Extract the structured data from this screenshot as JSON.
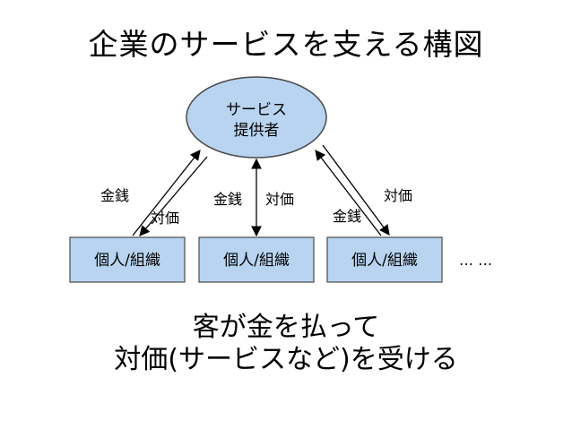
{
  "title": "企業のサービスを支える構図",
  "provider": {
    "line1": "サービス",
    "line2": "提供者"
  },
  "nodes": [
    {
      "label": "個人/組織"
    },
    {
      "label": "個人/組織"
    },
    {
      "label": "個人/組織"
    }
  ],
  "ellipsis": "… …",
  "arrows": {
    "left": {
      "money": "金銭",
      "price": "対価"
    },
    "center": {
      "money": "金銭",
      "price": "対価"
    },
    "right": {
      "money": "金銭",
      "price": "対価"
    }
  },
  "caption": {
    "line1": "客が金を払って",
    "line2": "対価(サービスなど)を受ける"
  },
  "colors": {
    "node_fill": "#b8d4f0",
    "node_stroke": "#4a4a4a",
    "arrow": "#000000"
  }
}
